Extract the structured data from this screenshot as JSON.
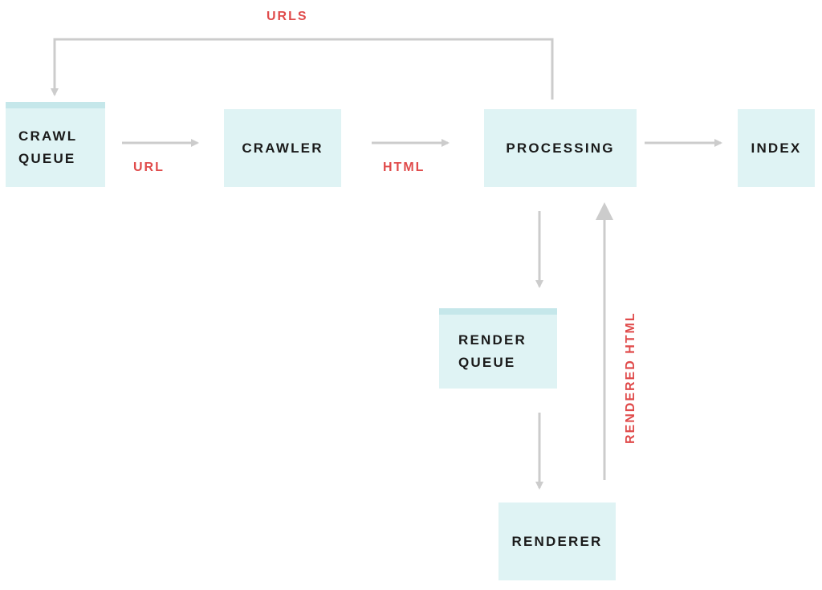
{
  "diagram": {
    "nodes": {
      "crawl_queue": "CRAWL\nQUEUE",
      "crawler": "CRAWLER",
      "processing": "PROCESSING",
      "index": "INDEX",
      "render_queue": "RENDER\nQUEUE",
      "renderer": "RENDERER"
    },
    "edges": {
      "urls": "URLS",
      "url": "URL",
      "html": "HTML",
      "rendered_html": "RENDERED HTML"
    },
    "colors": {
      "node_fill": "#dff3f4",
      "queue_bar": "#c5e7ea",
      "arrow": "#cccccc",
      "label": "#e04b4b",
      "text": "#1a1a1a"
    }
  }
}
